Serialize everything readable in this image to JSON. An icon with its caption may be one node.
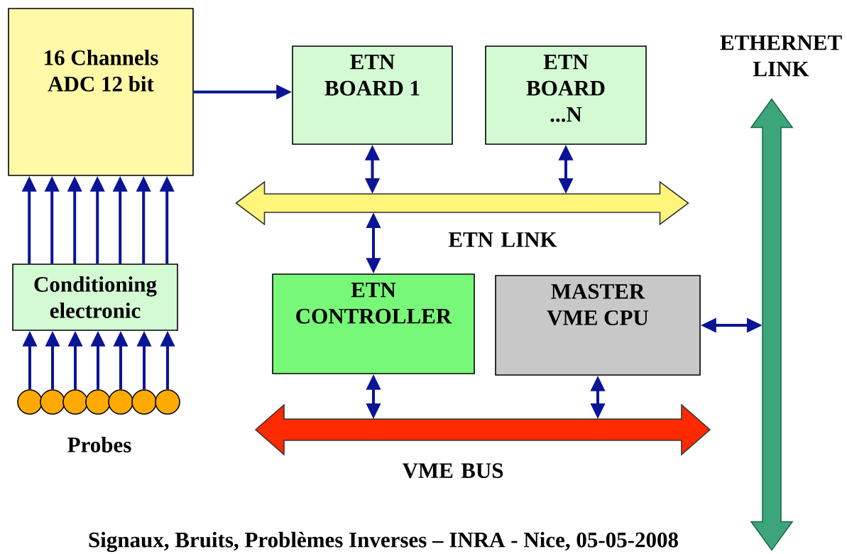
{
  "diagram": {
    "caption": "Signaux, Bruits, Problèmes Inverses – INRA - Nice, 05-05-2008",
    "nodes": [
      {
        "text": [
          "16 Channels ADC 12 bit"
        ]
      },
      {
        "text": [
          "ETN BOARD 1"
        ]
      },
      {
        "text": [
          "ETN BOARD ...N"
        ]
      },
      {
        "text": [
          "ETN LINK"
        ]
      },
      {
        "text": [
          "Conditioning electronic"
        ]
      },
      {
        "text": [
          "ETN CONTROLLER"
        ]
      },
      {
        "text": [
          "MASTER VME CPU"
        ]
      },
      {
        "text": [
          "VME BUS"
        ]
      },
      {
        "text": [
          "ETHERNET LINK"
        ]
      },
      {
        "text": [],
        "shape": "circle"
      },
      {
        "text": [],
        "shape": "circle"
      },
      {
        "text": [],
        "shape": "circle"
      },
      {
        "text": [],
        "shape": "circle"
      },
      {
        "text": [],
        "shape": "circle"
      },
      {
        "text": [],
        "shape": "circle"
      },
      {
        "text": [],
        "shape": "circle"
      }
    ],
    "edges": [
      {
        "from": 0,
        "to": 1,
        "arrow": "to"
      },
      {
        "from": 1,
        "to": 3,
        "arrow": "both"
      },
      {
        "from": 2,
        "to": 3,
        "arrow": "both"
      },
      {
        "from": 3,
        "to": 5,
        "arrow": "both"
      },
      {
        "from": 5,
        "to": 7,
        "arrow": "both"
      },
      {
        "from": 6,
        "to": 7,
        "arrow": "both"
      },
      {
        "from": 6,
        "to": 8,
        "arrow": "both"
      },
      {
        "from": 4,
        "to": 0,
        "arrow": "to"
      },
      {
        "from": 4,
        "to": 0,
        "arrow": "to"
      },
      {
        "from": 4,
        "to": 0,
        "arrow": "to"
      },
      {
        "from": 4,
        "to": 0,
        "arrow": "to"
      },
      {
        "from": 4,
        "to": 0,
        "arrow": "to"
      },
      {
        "from": 4,
        "to": 0,
        "arrow": "to"
      },
      {
        "from": 4,
        "to": 0,
        "arrow": "to"
      },
      {
        "from": 9,
        "to": 4,
        "arrow": "to"
      },
      {
        "from": 10,
        "to": 4,
        "arrow": "to"
      },
      {
        "from": 11,
        "to": 4,
        "arrow": "to"
      },
      {
        "from": 12,
        "to": 4,
        "arrow": "to"
      },
      {
        "from": 13,
        "to": 4,
        "arrow": "to"
      },
      {
        "from": 14,
        "to": 4,
        "arrow": "to"
      },
      {
        "from": 15,
        "to": 4,
        "arrow": "to"
      }
    ],
    "labels": [
      "Probes"
    ]
  }
}
